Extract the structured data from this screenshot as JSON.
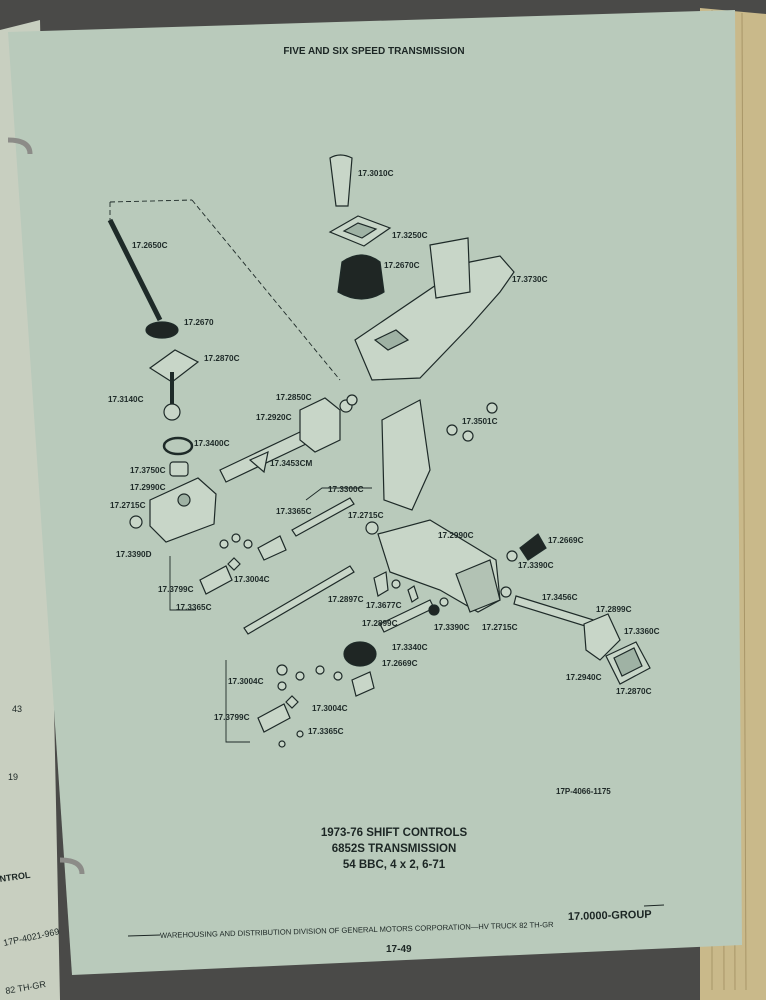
{
  "header": {
    "title": "FIVE AND SIX SPEED TRANSMISSION"
  },
  "left_page": {
    "fragments": [
      "43",
      "19",
      "NTROL",
      "17P-4021-969",
      "82 TH-GR"
    ]
  },
  "part_labels": [
    "17.3010C",
    "17.3250C",
    "17.2670C",
    "17.3730C",
    "17.2650C",
    "17.2670",
    "17.2870C",
    "17.3140C",
    "17.2850C",
    "17.2920C",
    "17.3501C",
    "17.3400C",
    "17.3453CM",
    "17.3750C",
    "17.2990C",
    "17.3300C",
    "17.2715C",
    "17.3365C",
    "17.2715C",
    "17.2990C",
    "17.2669C",
    "17.3390D",
    "17.3390C",
    "17.3799C",
    "17.3004C",
    "17.2897C",
    "17.3456C",
    "17.3365C",
    "17.3677C",
    "17.2899C",
    "17.2899C",
    "17.3390C",
    "17.2715C",
    "17.3360C",
    "17.3340C",
    "17.2669C",
    "17.3004C",
    "17.2940C",
    "17.2870C",
    "17.3004C",
    "17.3799C",
    "17.3365C"
  ],
  "drawing_number": "17P-4066-1175",
  "caption": {
    "line1": "1973-76 SHIFT CONTROLS",
    "line2": "6852S TRANSMISSION",
    "line3": "54 BBC, 4 x 2, 6-71"
  },
  "footer": {
    "division": "WAREHOUSING AND DISTRIBUTION  DIVISION OF GENERAL MOTORS CORPORATION—HV  TRUCK 82 TH-GR",
    "group": "17.0000-GROUP",
    "page_number": "17-49"
  }
}
